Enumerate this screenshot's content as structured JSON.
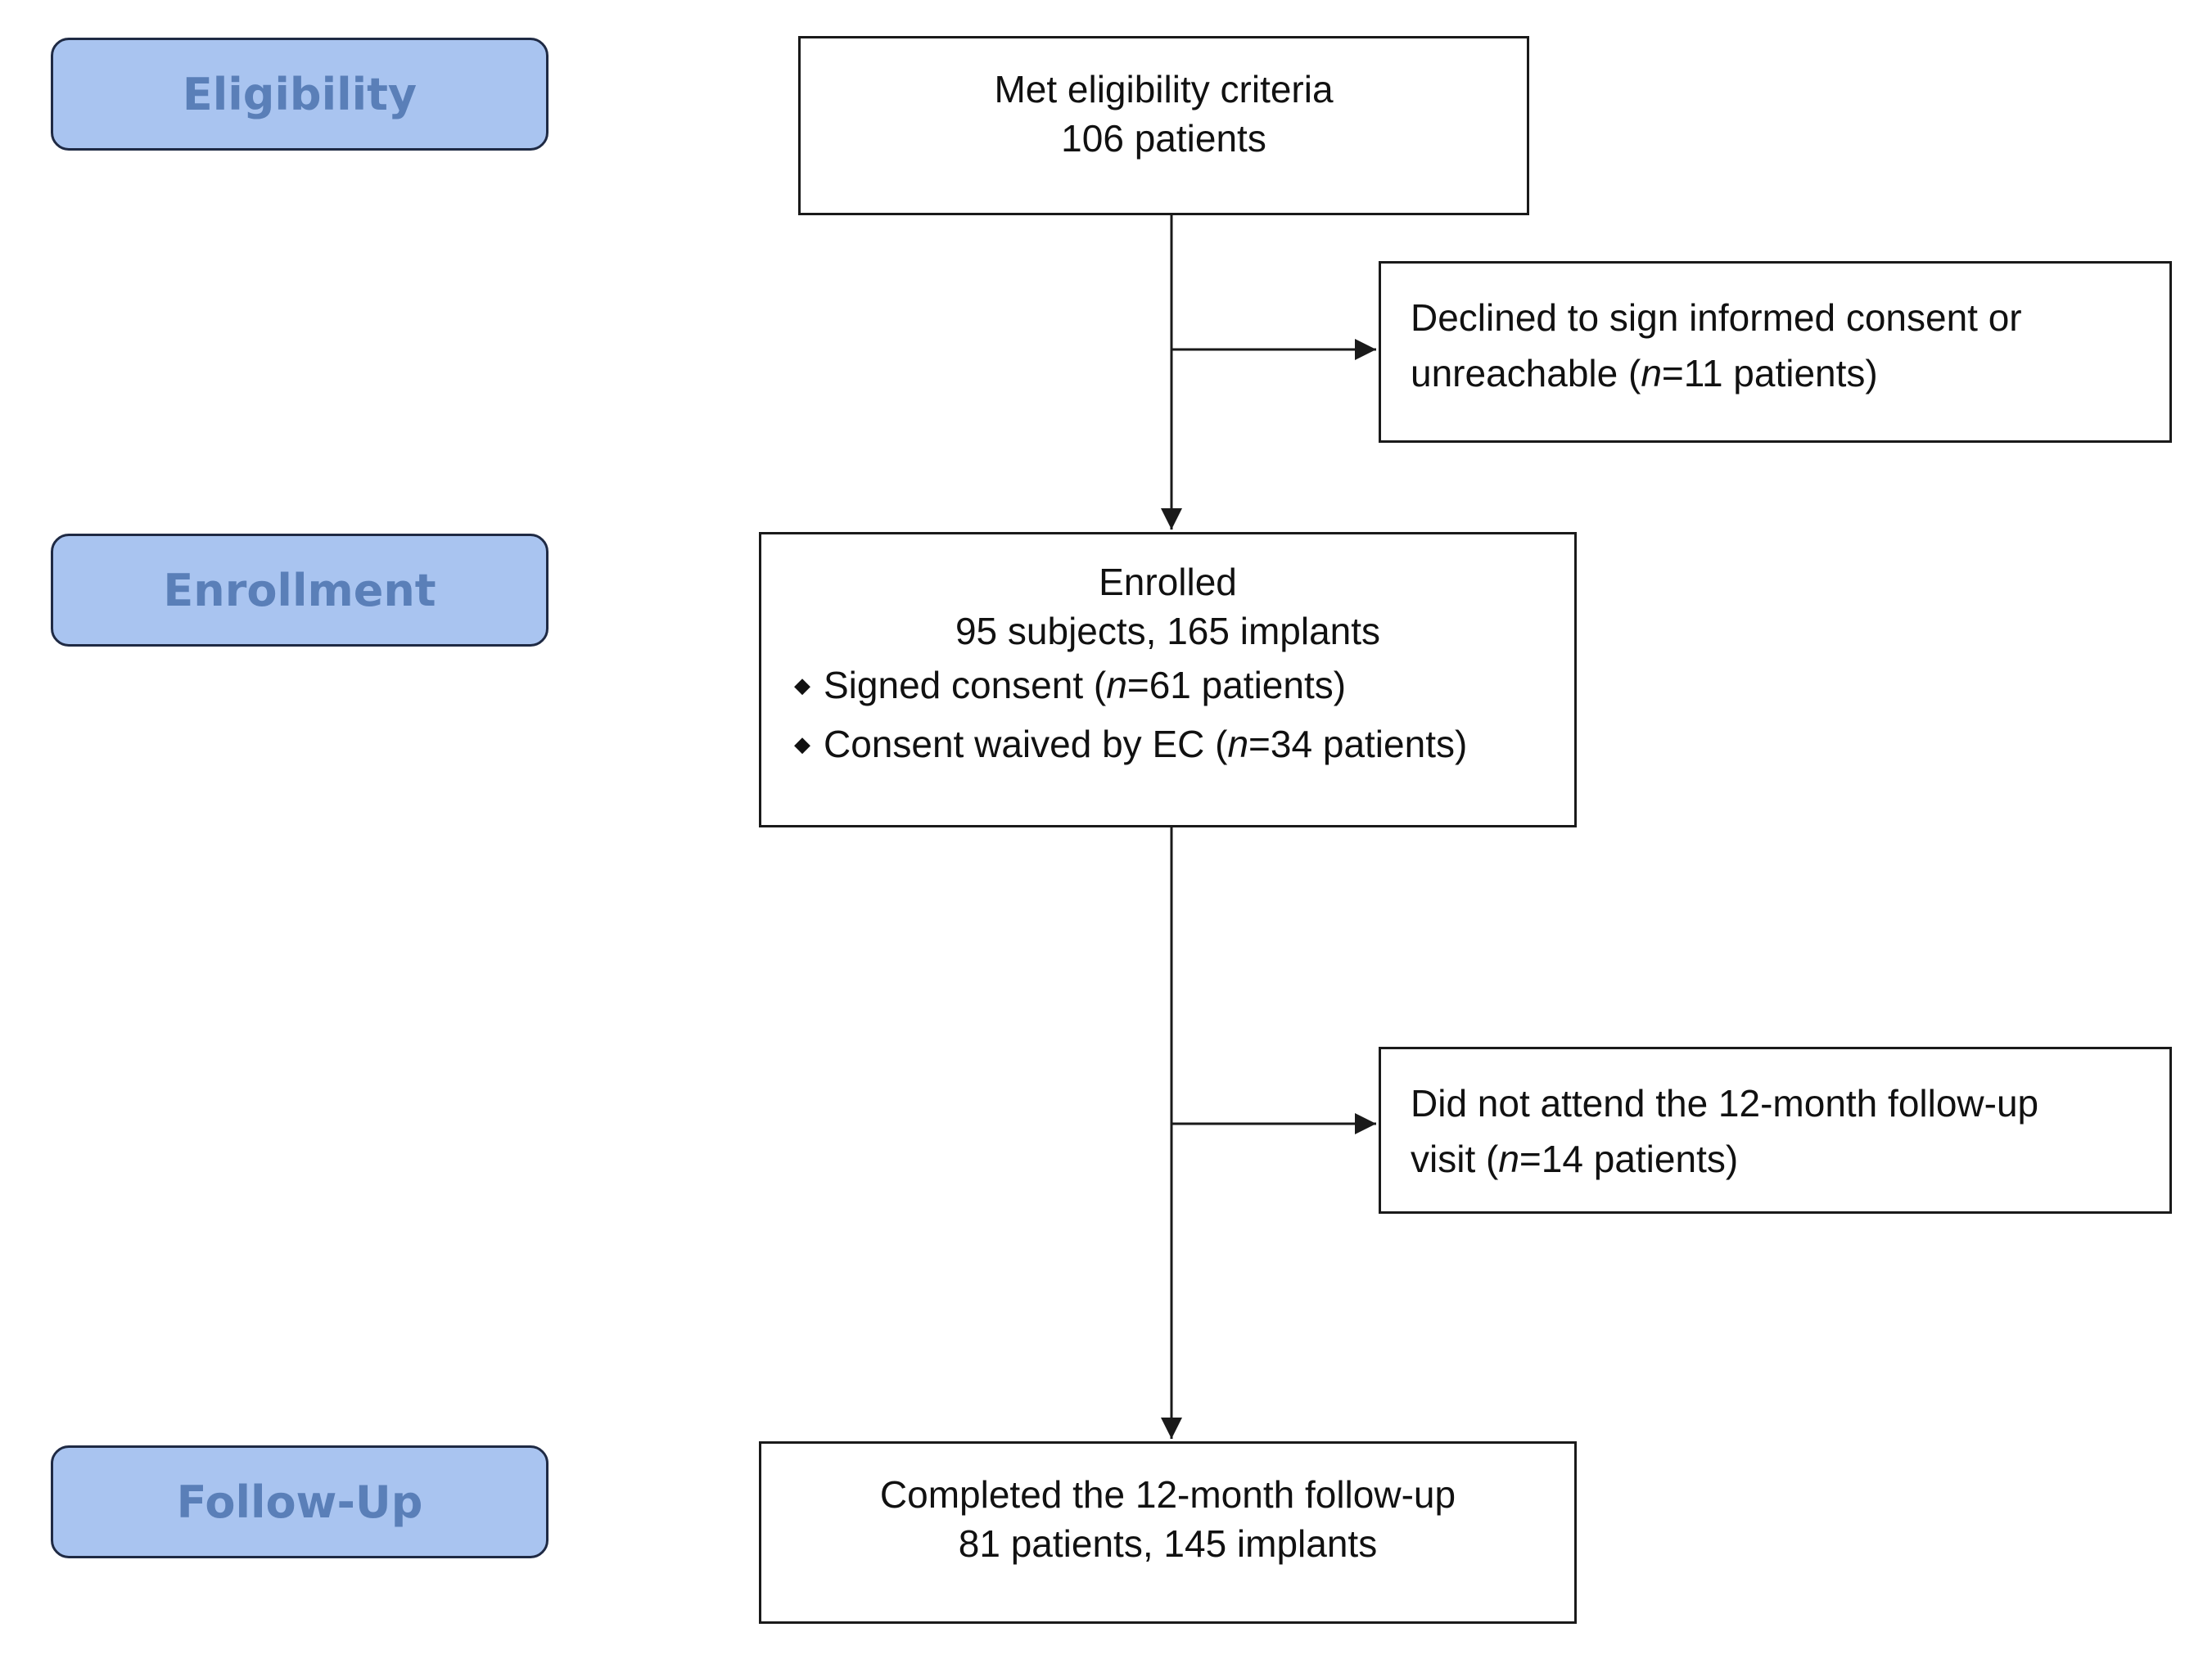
{
  "phases": {
    "eligibility": "Eligibility",
    "enrollment": "Enrollment",
    "followup": "Follow-Up"
  },
  "boxes": {
    "eligible": {
      "line1": "Met eligibility criteria",
      "line2": "106 patients"
    },
    "declined": {
      "line1": "Declined to sign informed consent or",
      "line2_pre": "unreachable (",
      "n": "n",
      "line2_post": "=11 patients)"
    },
    "enrolled": {
      "line1": "Enrolled",
      "line2": "95 subjects, 165 implants",
      "bullets": [
        {
          "pre": "Signed consent (",
          "n": "n",
          "post": "=61 patients)"
        },
        {
          "pre": "Consent waived by EC (",
          "n": "n",
          "post": "=34 patients)"
        }
      ]
    },
    "missed": {
      "line1": "Did not attend the 12-month follow-up",
      "line2_pre": "visit (",
      "n": "n",
      "line2_post": "=14 patients)"
    },
    "completed": {
      "line1": "Completed the 12-month follow-up",
      "line2": "81 patients, 145 implants"
    }
  },
  "colors": {
    "phase_fill": "#a9c4f0",
    "phase_text": "#5a7fb8",
    "line": "#1a1a1a"
  }
}
